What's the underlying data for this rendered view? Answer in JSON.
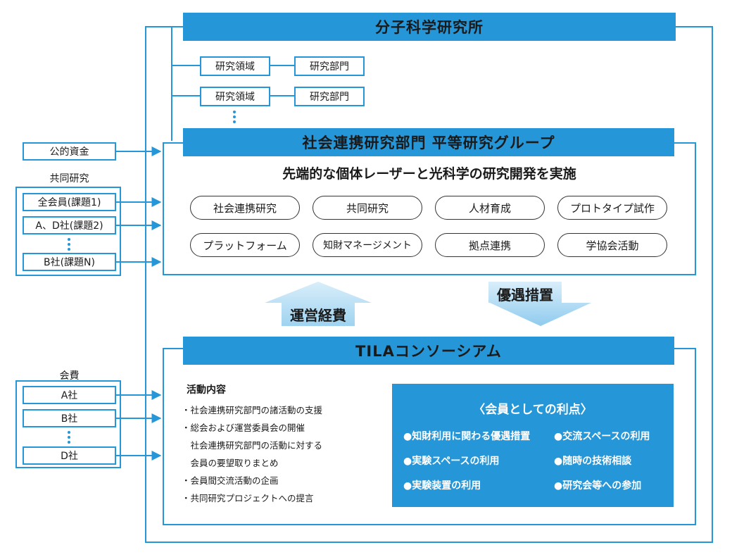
{
  "institute_title": "分子科学研究所",
  "research": {
    "area_label": "研究領域",
    "dept_label": "研究部門"
  },
  "social_dept_title": "社会連携研究部門 平等研究グループ",
  "social_dept_subtitle": "先端的な個体レーザーと光科学の研究開発を実施",
  "pills": [
    "社会連携研究",
    "共同研究",
    "人材育成",
    "プロトタイプ試作",
    "プラットフォーム",
    "知財マネージメント",
    "拠点連携",
    "学協会活動"
  ],
  "arrows": {
    "up": "運営経費",
    "down": "優遇措置"
  },
  "left_top": {
    "public_funds": "公的資金",
    "joint_research_label": "共同研究",
    "items": [
      "全会員(課題1)",
      "A、D社(課題2)",
      "B社(課題N)"
    ]
  },
  "consortium_title": "TILAコンソーシアム",
  "left_bottom": {
    "fee_label": "会費",
    "items": [
      "A社",
      "B社",
      "D社"
    ]
  },
  "activities": {
    "title": "活動内容",
    "lines": [
      "・社会連携研究部門の諸活動の支援",
      "・総会および運営委員会の開催",
      "　社会連携研究部門の活動に対する",
      "　会員の要望取りまとめ",
      "・会員間交流活動の企画",
      "・共同研究プロジェクトへの提言"
    ]
  },
  "benefits": {
    "title": "〈会員としての利点〉",
    "items": [
      "●知財利用に関わる優遇措置",
      "●交流スペースの利用",
      "●実験スペースの利用",
      "●随時の技術相談",
      "●実験装置の利用",
      "●研究会等への参加"
    ]
  },
  "colors": {
    "accent": "#2596d8",
    "arrow_light": "#bfe3f7"
  }
}
